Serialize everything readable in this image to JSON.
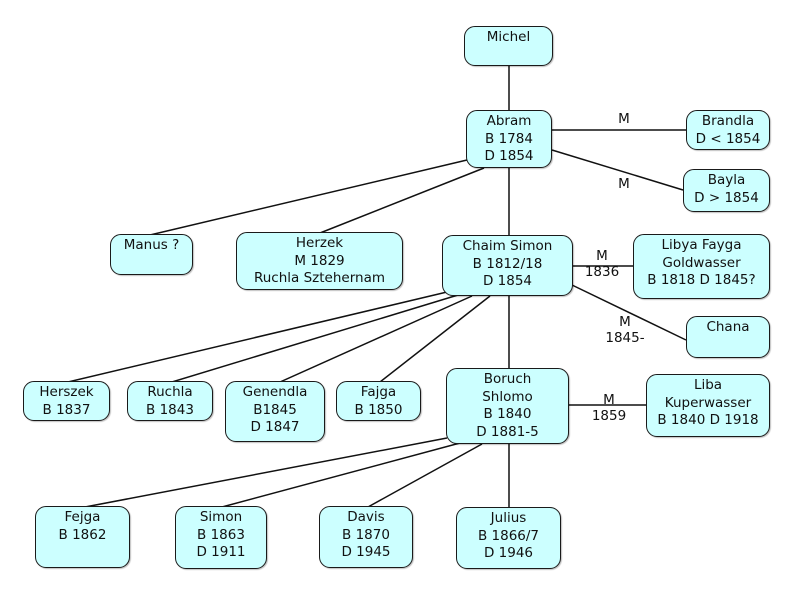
{
  "colors": {
    "node_fill": "#ccffff",
    "node_border": "#1a1a1a",
    "edge": "#111111"
  },
  "persons": {
    "michel": {
      "lines": [
        "Michel"
      ]
    },
    "abram": {
      "lines": [
        "Abram",
        "B 1784",
        "D 1854"
      ]
    },
    "brandla": {
      "lines": [
        "Brandla",
        "D < 1854"
      ]
    },
    "bayla": {
      "lines": [
        "Bayla",
        "D > 1854"
      ]
    },
    "manus": {
      "lines": [
        "Manus ?"
      ]
    },
    "herzek": {
      "lines": [
        "Herzek",
        "M 1829",
        "Ruchla Sztehernam"
      ]
    },
    "chaim": {
      "lines": [
        "Chaim Simon",
        "B 1812/18",
        "D 1854"
      ]
    },
    "libya": {
      "lines": [
        "Libya Fayga",
        "Goldwasser",
        "B 1818  D 1845?"
      ]
    },
    "chana": {
      "lines": [
        "Chana"
      ]
    },
    "herszek": {
      "lines": [
        "Herszek",
        "B 1837"
      ]
    },
    "ruchla": {
      "lines": [
        "Ruchla",
        "B 1843"
      ]
    },
    "genendla": {
      "lines": [
        "Genendla",
        "B1845",
        "D 1847"
      ]
    },
    "fajga": {
      "lines": [
        "Fajga",
        "B 1850"
      ]
    },
    "boruch": {
      "lines": [
        "Boruch",
        "Shlomo",
        "B 1840",
        "D 1881-5"
      ]
    },
    "liba": {
      "lines": [
        "Liba",
        "Kuperwasser",
        "B 1840 D 1918"
      ]
    },
    "fejga": {
      "lines": [
        "Fejga",
        "B 1862"
      ]
    },
    "simon": {
      "lines": [
        "Simon",
        "B 1863",
        "D 1911"
      ]
    },
    "davis": {
      "lines": [
        "Davis",
        "B 1870",
        "D 1945"
      ]
    },
    "julius": {
      "lines": [
        "Julius",
        "B 1866/7",
        "D 1946"
      ]
    }
  },
  "marriages": {
    "abram_brandla": {
      "lines": [
        "M"
      ]
    },
    "abram_bayla": {
      "lines": [
        "M"
      ]
    },
    "chaim_libya": {
      "lines": [
        "M",
        "1836"
      ]
    },
    "chaim_chana": {
      "lines": [
        "M",
        "1845-"
      ]
    },
    "boruch_liba": {
      "lines": [
        "M",
        "1859"
      ]
    }
  }
}
